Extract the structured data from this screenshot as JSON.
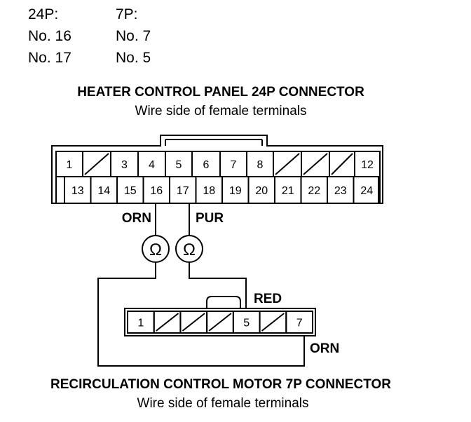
{
  "table": {
    "headers": [
      "24P:",
      "7P:"
    ],
    "rows": [
      [
        "No. 16",
        "No. 7"
      ],
      [
        "No. 17",
        "No. 5"
      ]
    ]
  },
  "panel": {
    "title": "HEATER CONTROL PANEL 24P CONNECTOR",
    "subtitle": "Wire side of female terminals",
    "top_row": [
      "1",
      "",
      "3",
      "4",
      "5",
      "6",
      "7",
      "8",
      "",
      "",
      "",
      "12"
    ],
    "bottom_row": [
      "13",
      "14",
      "15",
      "16",
      "17",
      "18",
      "19",
      "20",
      "21",
      "22",
      "23",
      "24"
    ]
  },
  "motor": {
    "title": "RECIRCULATION CONTROL MOTOR 7P CONNECTOR",
    "subtitle": "Wire side of female terminals",
    "cells": [
      "1",
      "",
      "",
      "",
      "5",
      "",
      "7"
    ]
  },
  "wires": {
    "orn_left": "ORN",
    "pur": "PUR",
    "red": "RED",
    "orn_right": "ORN"
  },
  "meter_symbol": "Ω"
}
